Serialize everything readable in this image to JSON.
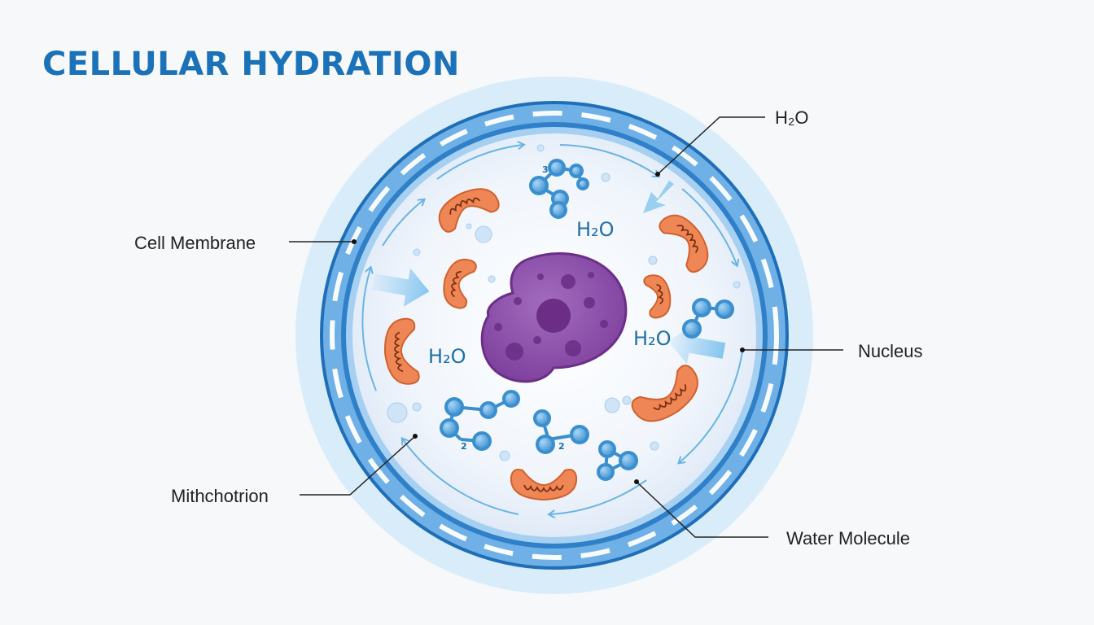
{
  "title": "CELLULAR HYDRATION",
  "labels": {
    "cell_membrane": "Cell Membrane",
    "mitochondrion": "Mithchotrion",
    "h2o_callout": "H₂O",
    "nucleus": "Nucleus",
    "water_molecule": "Water Molecule"
  },
  "interior_labels": {
    "h2o_top": "H₂O",
    "h2o_left": "H₂O",
    "h2o_right": "H₂O"
  },
  "molecule_subscripts": [
    "3",
    "2",
    "2"
  ],
  "colors": {
    "title": "#1b72b8",
    "membrane": "#2d7fc7",
    "halo": "#d9ecfa",
    "cytoplasm": "#eef4fc",
    "nucleus": "#8a4ba8",
    "mitochondria": "#ee8755",
    "water": "#5aa8de"
  }
}
